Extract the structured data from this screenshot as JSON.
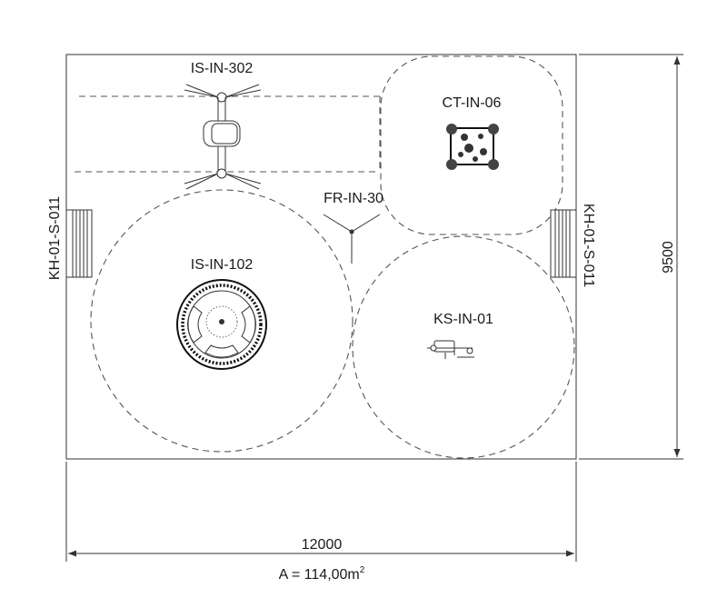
{
  "diagram": {
    "equipment": {
      "is_in_302": "IS-IN-302",
      "ct_in_06": "CT-IN-06",
      "fr_in_30": "FR-IN-30",
      "is_in_102": "IS-IN-102",
      "ks_in_01": "KS-IN-01",
      "kh_left": "KH-01-S-011",
      "kh_right": "KH-01-S-011"
    },
    "dimensions": {
      "width": "12000",
      "height": "9500",
      "area_prefix": "A = 114,00m",
      "area_sup": "2"
    }
  }
}
